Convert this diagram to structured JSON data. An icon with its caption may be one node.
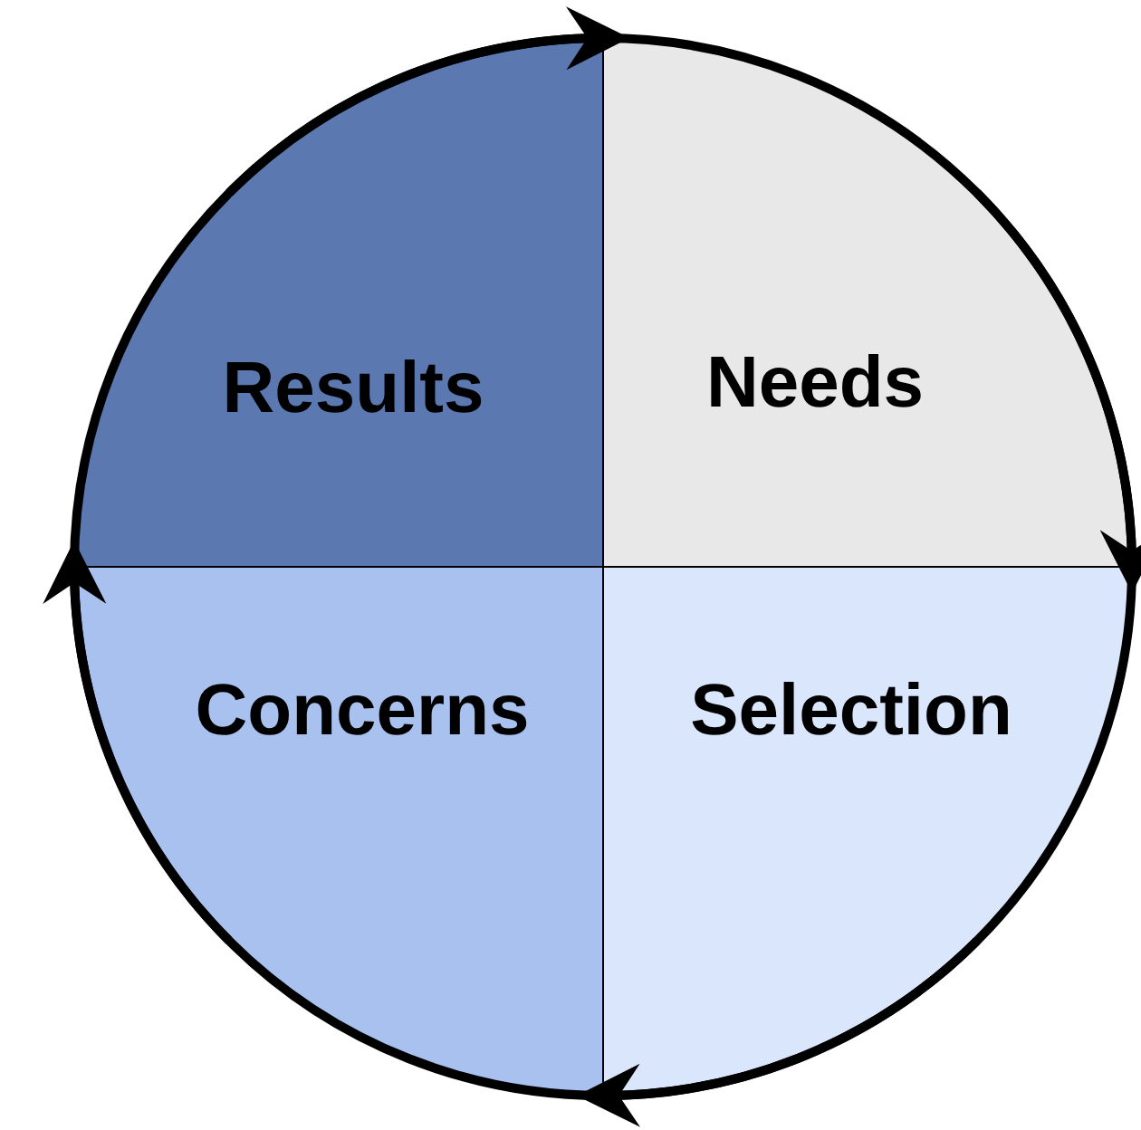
{
  "diagram": {
    "nodes": [
      {
        "text": [
          "Results"
        ]
      },
      {
        "text": [
          "Needs"
        ]
      },
      {
        "text": [
          "Concerns"
        ]
      },
      {
        "text": [
          "Selection"
        ]
      }
    ],
    "edges": [
      {
        "from": 0,
        "to": 1,
        "arrow": "to"
      },
      {
        "from": 1,
        "to": 3,
        "arrow": "to"
      },
      {
        "from": 3,
        "to": 2,
        "arrow": "to"
      },
      {
        "from": 2,
        "to": 0,
        "arrow": "to"
      }
    ]
  }
}
